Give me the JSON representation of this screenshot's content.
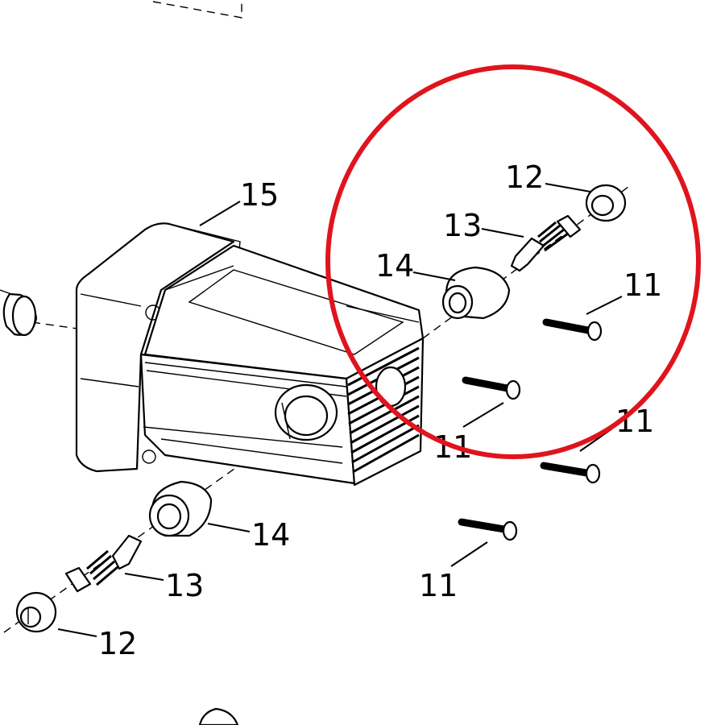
{
  "callouts": [
    {
      "id": "c15a",
      "text": "15"
    },
    {
      "id": "c12a",
      "text": "12"
    },
    {
      "id": "c13a",
      "text": "13"
    },
    {
      "id": "c14a",
      "text": "14"
    },
    {
      "id": "c11a",
      "text": "11"
    },
    {
      "id": "c11b",
      "text": "11"
    },
    {
      "id": "c11c",
      "text": "11"
    },
    {
      "id": "c11d",
      "text": "11"
    },
    {
      "id": "c14b",
      "text": "14"
    },
    {
      "id": "c13b",
      "text": "13"
    },
    {
      "id": "c12b",
      "text": "12"
    }
  ],
  "highlight": {
    "color": "#e0141e"
  }
}
